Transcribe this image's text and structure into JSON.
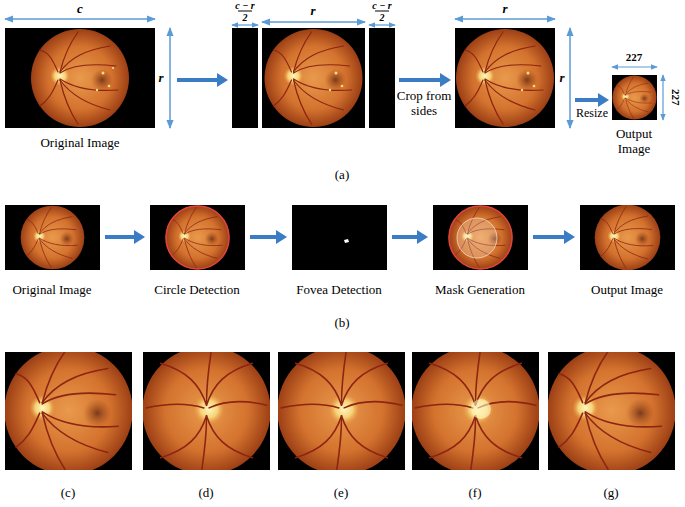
{
  "diagram": {
    "nodes": [
      {
        "text": [
          "c",
          "r",
          "Original Image"
        ]
      },
      {
        "text": [
          "c − r",
          "2",
          "r",
          "c − r",
          "2"
        ]
      },
      {
        "text": [
          "r",
          "r"
        ]
      },
      {
        "text": [
          "227",
          "227",
          "Output Image"
        ]
      },
      {
        "text": [
          "Original Image"
        ]
      },
      {
        "text": [
          "Circle Detection"
        ]
      },
      {
        "text": [
          "Fovea Detection"
        ]
      },
      {
        "text": [
          "Mask Generation"
        ]
      },
      {
        "text": [
          "Output Image"
        ]
      },
      {
        "text": [
          "(c)"
        ]
      },
      {
        "text": [
          "(d)"
        ]
      },
      {
        "text": [
          "(e)"
        ]
      },
      {
        "text": [
          "(f)"
        ]
      },
      {
        "text": [
          "(g)"
        ]
      }
    ],
    "edges": [
      {
        "from": 0,
        "to": 1,
        "arrow": "to"
      },
      {
        "from": 1,
        "to": 2,
        "arrow": "to",
        "label": "Crop from sides"
      },
      {
        "from": 2,
        "to": 3,
        "arrow": "to",
        "label": "Resize"
      },
      {
        "from": 4,
        "to": 5,
        "arrow": "to"
      },
      {
        "from": 5,
        "to": 6,
        "arrow": "to"
      },
      {
        "from": 6,
        "to": 7,
        "arrow": "to"
      },
      {
        "from": 7,
        "to": 8,
        "arrow": "to"
      }
    ],
    "labels": [
      "(a)",
      "(b)"
    ]
  }
}
